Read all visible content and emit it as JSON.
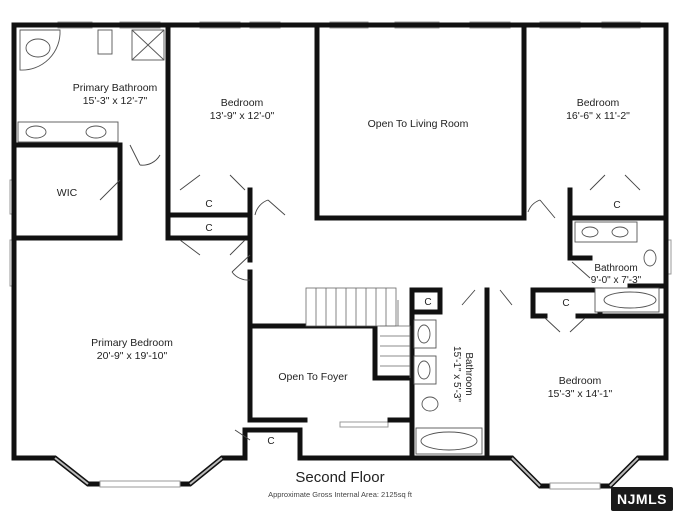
{
  "plan": {
    "floor_title": "Second Floor",
    "area_note": "Approximate Gross Internal Area: 2125sq ft",
    "rooms": {
      "primary_bathroom": {
        "name": "Primary Bathroom",
        "dims": "15'-3\" x 12'-7\""
      },
      "bedroom_left": {
        "name": "Bedroom",
        "dims": "13'-9\" x 12'-0\""
      },
      "open_living": {
        "name": "Open To Living Room"
      },
      "bedroom_right": {
        "name": "Bedroom",
        "dims": "16'-6\" x 11'-2\""
      },
      "wic": {
        "name": "WIC"
      },
      "primary_bedroom": {
        "name": "Primary Bedroom",
        "dims": "20'-9\" x 19'-10\""
      },
      "open_foyer": {
        "name": "Open To Foyer"
      },
      "bathroom_right": {
        "name": "Bathroom",
        "dims": "9'-0\" x 7'-3\""
      },
      "bathroom_mid": {
        "name": "Bathroom",
        "dims": "15'-1\" x 5'-3\""
      },
      "bedroom_lower_right": {
        "name": "Bedroom",
        "dims": "15'-3\" x 14'-1\""
      }
    },
    "closet_label": "C"
  },
  "watermark": {
    "text": "NJMLS"
  }
}
